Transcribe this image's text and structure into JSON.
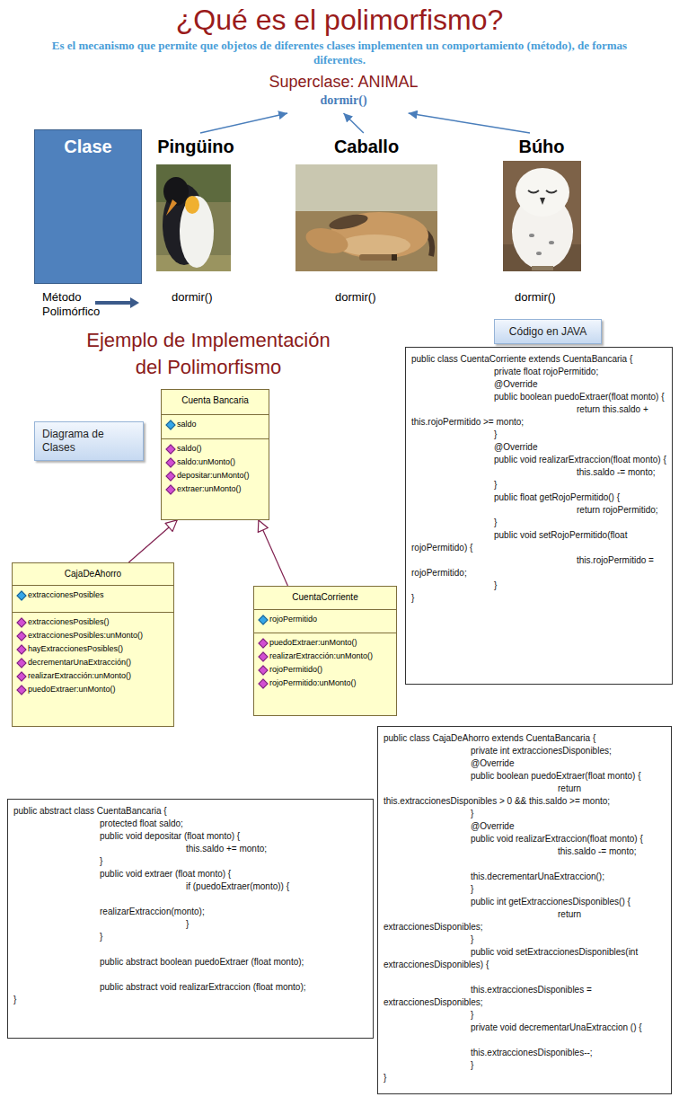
{
  "diagram": {
    "title": "¿Qué es el polimorfismo?",
    "nodes": [
      {
        "text": [
          "Superclase: ANIMAL",
          "dormir()"
        ]
      },
      {
        "text": [
          "Clase"
        ]
      },
      {
        "text": [
          "Pingüino"
        ]
      },
      {
        "text": [
          "Caballo"
        ]
      },
      {
        "text": [
          "Búho"
        ]
      },
      {
        "text": [
          "Código en JAVA"
        ]
      },
      {
        "text": [
          "public class CuentaCorriente extends CuentaBancaria {",
          "private float rojoPermitido;",
          "@Override",
          "public boolean puedoExtraer(float monto) {",
          "return this.saldo + this.rojoPermitido >= monto;",
          "}",
          "@Override",
          "public void realizarExtraccion(float monto) {",
          "this.saldo -= monto;",
          "}",
          "public float getRojoPermitido() {",
          "return rojoPermitido;",
          "}",
          "public void setRojoPermitido(float rojoPermitido) {",
          "this.rojoPermitido = rojoPermitido;",
          "}",
          "}"
        ]
      },
      {
        "text": [
          "Cuenta Bancaria",
          "saldo",
          "saldo()",
          "saldo:unMonto()",
          "depositar:unMonto()",
          "extraer:unMonto()"
        ]
      },
      {
        "text": [
          "Diagrama de Clases"
        ]
      },
      {
        "text": [
          "CajaDeAhorro",
          "extraccionesPosibles",
          "extraccionesPosibles()",
          "extraccionesPosibles:unMonto()",
          "hayExtraccionesPosibles()",
          "decrementarUnaExtracción()",
          "realizarExtracción:unMonto()",
          "puedoExtraer:unMonto()"
        ]
      },
      {
        "text": [
          "CuentaCorriente",
          "rojoPermitido",
          "puedoExtraer:unMonto()",
          "realizarExtracción:unMonto()",
          "rojoPermitido()",
          "rojoPermitido:unMonto()"
        ]
      },
      {
        "text": [
          "public class CajaDeAhorro extends CuentaBancaria {",
          "private int extraccionesDisponibles;",
          "@Override",
          "public boolean puedoExtraer(float monto) {",
          "return this.extraccionesDisponibles > 0 && this.saldo >= monto;",
          "}",
          "@Override",
          "public void realizarExtraccion(float monto) {",
          "this.saldo -= monto;",
          "this.decrementarUnaExtraccion();",
          "}",
          "public int getExtraccionesDisponibles() {",
          "return extraccionesDisponibles;",
          "}",
          "public void setExtraccionesDisponibles(int extraccionesDisponibles) {",
          "this.extraccionesDisponibles = extraccionesDisponibles;",
          "}",
          "private void decrementarUnaExtraccion () {",
          "this.extraccionesDisponibles--;",
          "}",
          "}"
        ]
      },
      {
        "text": [
          "public abstract class CuentaBancaria {",
          "protected float saldo;",
          "public void depositar (float monto) {",
          "this.saldo += monto;",
          "}",
          "public void extraer (float monto) {",
          "if (puedoExtraer(monto)) {",
          "realizarExtraccion(monto);",
          "}",
          "}",
          "public abstract boolean puedoExtraer (float monto);",
          "public abstract void realizarExtraccion (float monto);",
          "}"
        ]
      }
    ],
    "edges": [
      {
        "from": 2,
        "to": 0,
        "arrow": "to"
      },
      {
        "from": 3,
        "to": 0,
        "arrow": "to"
      },
      {
        "from": 4,
        "to": 0,
        "arrow": "to"
      },
      {
        "from": 9,
        "to": 7,
        "arrow": "to"
      },
      {
        "from": 10,
        "to": 7,
        "arrow": "to"
      }
    ],
    "labels": [
      "Es el mecanismo que permite que objetos de diferentes clases implementen un comportamiento (método), de formas diferentes.",
      "Método Polimórfico",
      "dormir()",
      "dormir()",
      "dormir()",
      "Ejemplo de Implementación del Polimorfismo"
    ]
  }
}
